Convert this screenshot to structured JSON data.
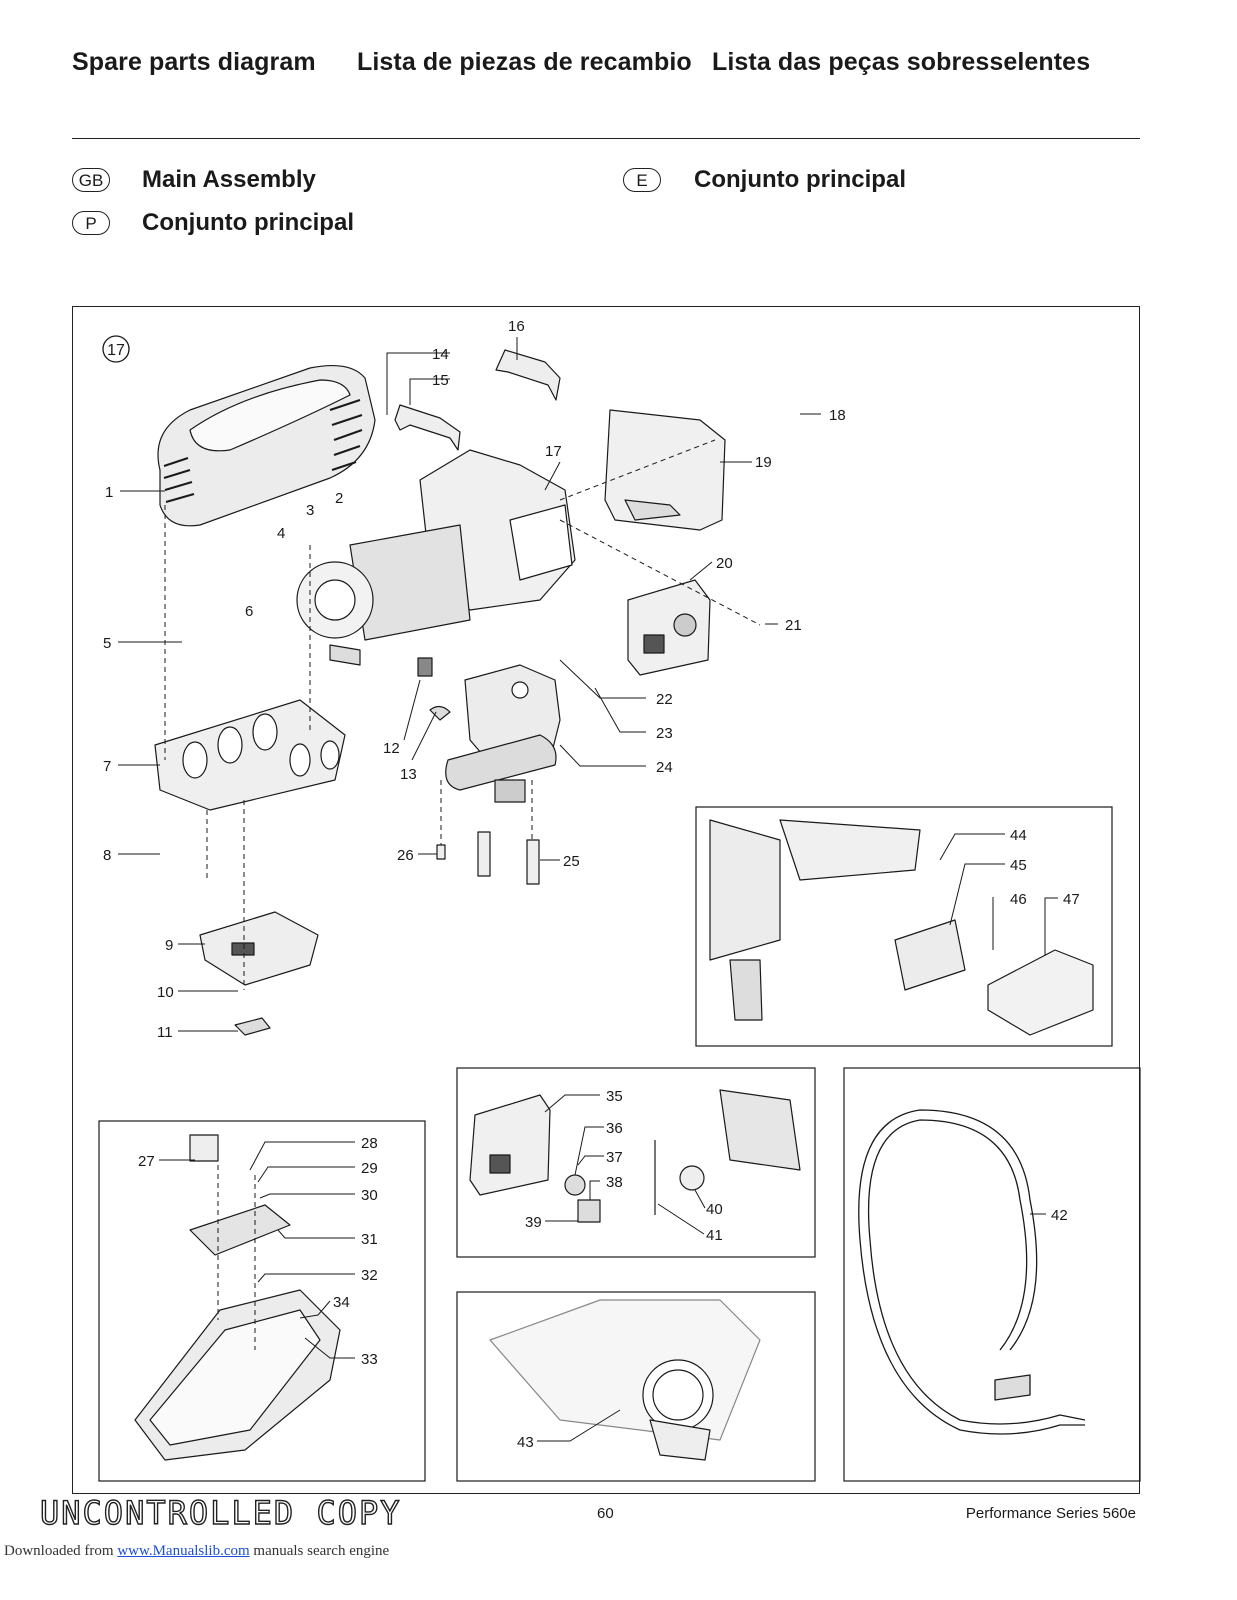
{
  "header": {
    "title_en": "Spare parts diagram",
    "title_es": "Lista de piezas de recambio",
    "title_pt": "Lista das peças sobresselentes"
  },
  "sections": {
    "gb_code": "GB",
    "gb_title": "Main Assembly",
    "e_code": "E",
    "e_title": "Conjunto principal",
    "p_code": "P",
    "p_title": "Conjunto principal"
  },
  "diagram": {
    "badge": "17",
    "callouts": [
      "1",
      "2",
      "3",
      "4",
      "5",
      "6",
      "7",
      "8",
      "9",
      "10",
      "11",
      "12",
      "13",
      "14",
      "15",
      "16",
      "17",
      "18",
      "19",
      "20",
      "21",
      "22",
      "23",
      "24",
      "25",
      "26",
      "27",
      "28",
      "29",
      "30",
      "31",
      "32",
      "33",
      "34",
      "35",
      "36",
      "37",
      "38",
      "39",
      "40",
      "41",
      "42",
      "43",
      "44",
      "45",
      "46",
      "47"
    ]
  },
  "footer": {
    "watermark": "UNCONTROLLED COPY",
    "page_number": "60",
    "model": "Performance Series 560e",
    "download_prefix": "Downloaded from ",
    "download_link": "www.Manualslib.com",
    "download_suffix": " manuals search engine"
  },
  "colors": {
    "ink": "#1a1a1a",
    "part_fill": "#e6e6e6",
    "part_dark": "#9a9a9a",
    "link": "#1a4fd6"
  }
}
